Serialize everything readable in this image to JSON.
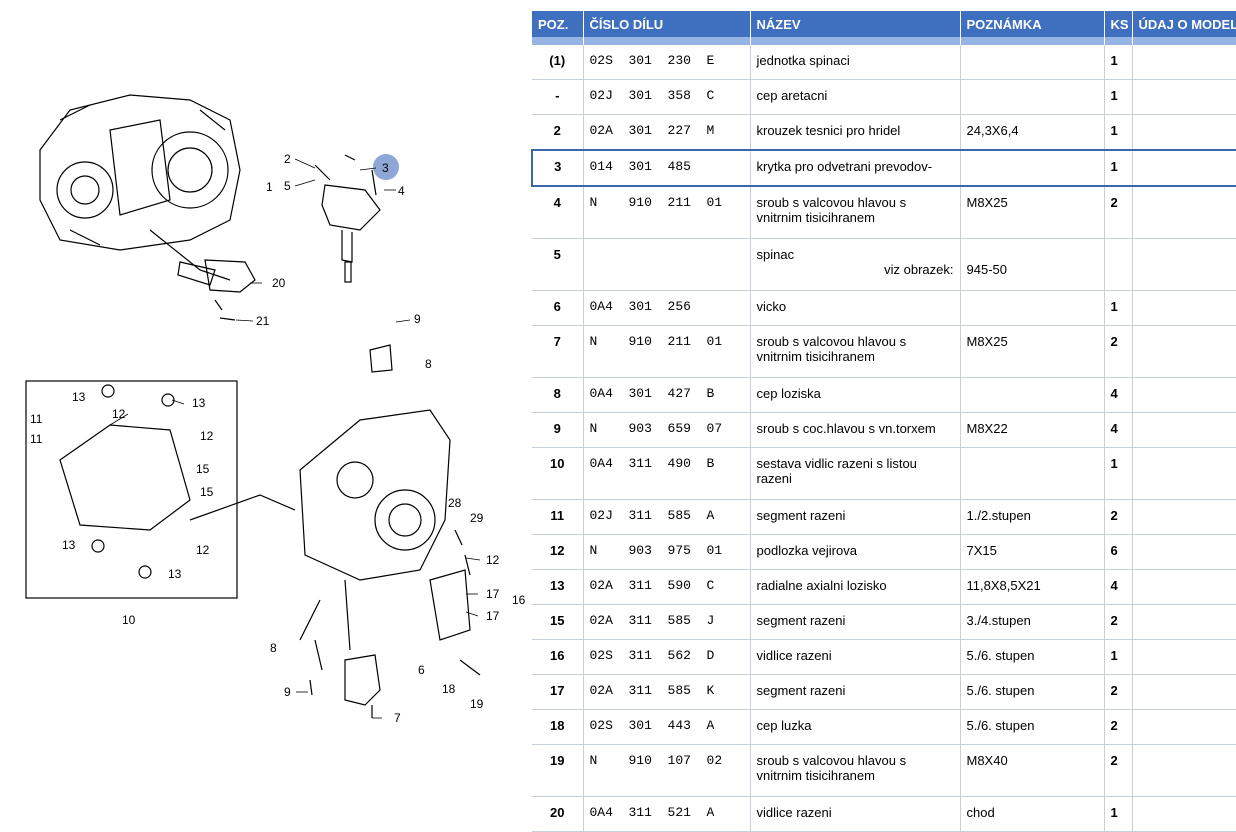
{
  "diagram": {
    "callouts": [
      "1",
      "2",
      "3",
      "4",
      "5",
      "6",
      "7",
      "8",
      "9",
      "10",
      "11",
      "12",
      "13",
      "15",
      "16",
      "17",
      "18",
      "19",
      "20",
      "21",
      "28",
      "29"
    ],
    "highlight_color": "#8ea7d6"
  },
  "table": {
    "headers": [
      "POZ.",
      "ČÍSLO DÍLU",
      "NÁZEV",
      "POZNÁMKA",
      "KS",
      "ÚDAJ O MODELU"
    ],
    "header_color": "#3f6fbf",
    "rows": [
      {
        "pos": "(1)",
        "num": "02S  301  230  E",
        "name": "jednotka spinaci",
        "note": "",
        "ks": "1"
      },
      {
        "pos": "-",
        "num": "02J  301  358  C",
        "name": "cep aretacni",
        "note": "",
        "ks": "1"
      },
      {
        "pos": "2",
        "num": "02A  301  227  M",
        "name": "krouzek tesnici pro hridel",
        "note": "24,3X6,4",
        "ks": "1"
      },
      {
        "pos": "3",
        "num": "014  301  485",
        "name": "krytka pro odvetrani prevodov-",
        "note": "",
        "ks": "1"
      },
      {
        "pos": "4",
        "num": "N    910  211  01",
        "name": "sroub s valcovou hlavou s vnitrnim tisicihranem",
        "note": "M8X25",
        "ks": "2"
      },
      {
        "pos": "5",
        "num": "",
        "name": "spinac",
        "ref": "viz obrazek:",
        "note": "945-50",
        "ks": ""
      },
      {
        "pos": "6",
        "num": "0A4  301  256",
        "name": "vicko",
        "note": "",
        "ks": "1"
      },
      {
        "pos": "7",
        "num": "N    910  211  01",
        "name": "sroub s valcovou hlavou s vnitrnim tisicihranem",
        "note": "M8X25",
        "ks": "2"
      },
      {
        "pos": "8",
        "num": "0A4  301  427  B",
        "name": "cep loziska",
        "note": "",
        "ks": "4"
      },
      {
        "pos": "9",
        "num": "N    903  659  07",
        "name": "sroub s coc.hlavou s vn.torxem",
        "note": "M8X22",
        "ks": "4"
      },
      {
        "pos": "10",
        "num": "0A4  311  490  B",
        "name": "sestava vidlic razeni s listou razeni",
        "note": "",
        "ks": "1"
      },
      {
        "pos": "11",
        "num": "02J  311  585  A",
        "name": "segment razeni",
        "note": "1./2.stupen",
        "ks": "2"
      },
      {
        "pos": "12",
        "num": "N    903  975  01",
        "name": "podlozka vejirova",
        "note": "7X15",
        "ks": "6"
      },
      {
        "pos": "13",
        "num": "02A  311  590  C",
        "name": "radialne axialni lozisko",
        "note": "11,8X8,5X21",
        "ks": "4"
      },
      {
        "pos": "15",
        "num": "02A  311  585  J",
        "name": "segment razeni",
        "note": "3./4.stupen",
        "ks": "2"
      },
      {
        "pos": "16",
        "num": "02S  311  562  D",
        "name": "vidlice razeni",
        "note": "5./6. stupen",
        "ks": "1"
      },
      {
        "pos": "17",
        "num": "02A  311  585  K",
        "name": "segment razeni",
        "note": "5./6. stupen",
        "ks": "2"
      },
      {
        "pos": "18",
        "num": "02S  301  443  A",
        "name": "cep luzka",
        "note": "5./6. stupen",
        "ks": "2"
      },
      {
        "pos": "19",
        "num": "N    910  107  02",
        "name": "sroub s valcovou hlavou s vnitrnim tisicihranem",
        "note": "M8X40",
        "ks": "2"
      },
      {
        "pos": "20",
        "num": "0A4  311  521  A",
        "name": "vidlice razeni",
        "note": "chod",
        "ks": "1"
      }
    ]
  }
}
